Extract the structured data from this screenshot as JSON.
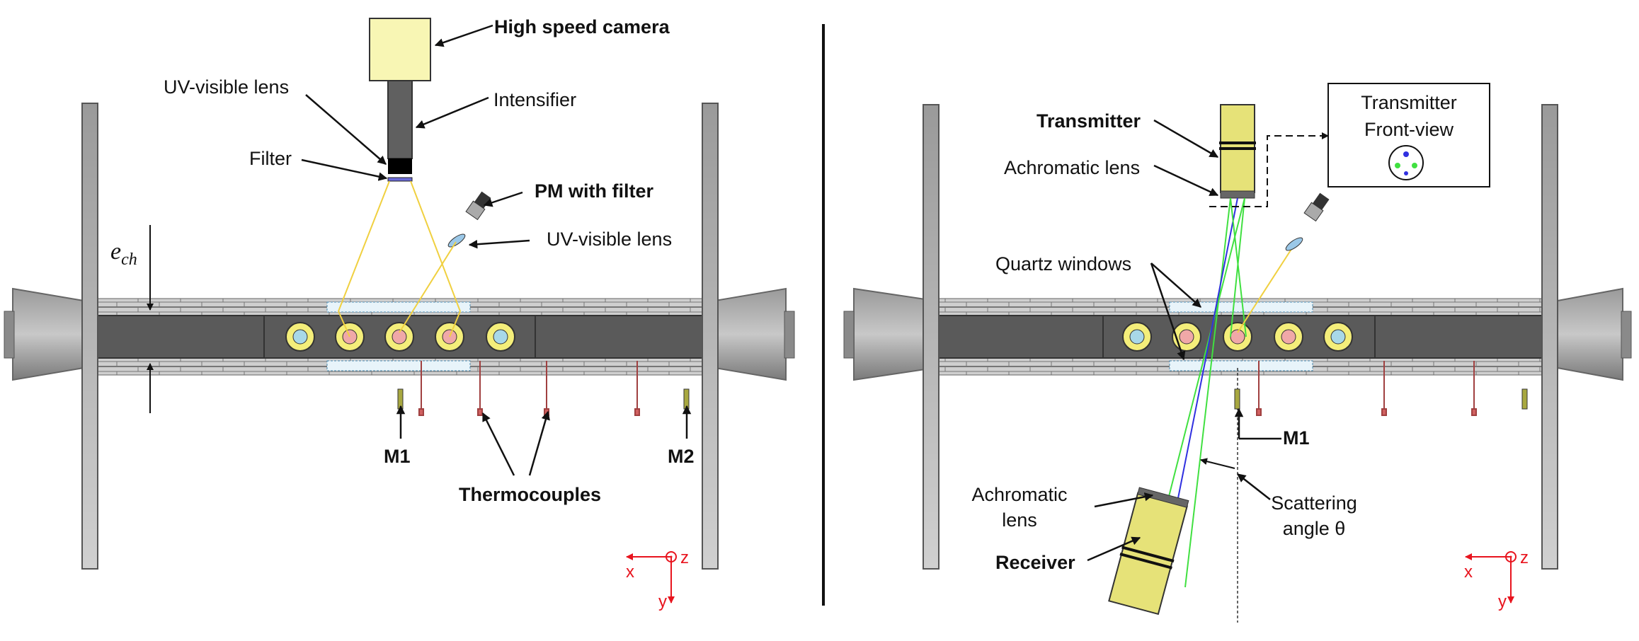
{
  "left_panel": {
    "labels": {
      "camera": "High speed camera",
      "uv_lens_camera": "UV-visible lens",
      "intensifier": "Intensifier",
      "filter": "Filter",
      "pm": "PM with filter",
      "uv_lens_pm": "UV-visible lens",
      "channel_height_symbol": "e",
      "channel_height_subscript": "ch",
      "m1": "M1",
      "m2": "M2",
      "thermocouples": "Thermocouples"
    },
    "axes": {
      "x": "x",
      "y": "y",
      "z": "z"
    }
  },
  "right_panel": {
    "labels": {
      "transmitter": "Transmitter",
      "achromatic_lens_top": "Achromatic lens",
      "front_view_line1": "Transmitter",
      "front_view_line2": "Front-view",
      "quartz_windows": "Quartz windows",
      "m1": "M1",
      "achromatic_lens_bottom_line1": "Achromatic",
      "achromatic_lens_bottom_line2": "lens",
      "receiver": "Receiver",
      "scattering_line1": "Scattering",
      "scattering_line2": "angle θ"
    },
    "axes": {
      "x": "x",
      "y": "y",
      "z": "z"
    }
  },
  "colors": {
    "camera_body": "#f8f6b4",
    "intensifier": "#606060",
    "channel": "#5a5a5a",
    "frame": "#b8b8b8",
    "yellow_ring": "#f4ee7a",
    "blue_disk": "#a8d8e8",
    "red_disk": "#f0a8a8",
    "transmitter": "#e6e278",
    "beam_yellow": "#f0d040",
    "beam_green": "#40e040",
    "beam_blue": "#3030e0",
    "axis_red": "#e8141e",
    "thermocouple": "#a04040",
    "microphone": "#a8a840"
  }
}
